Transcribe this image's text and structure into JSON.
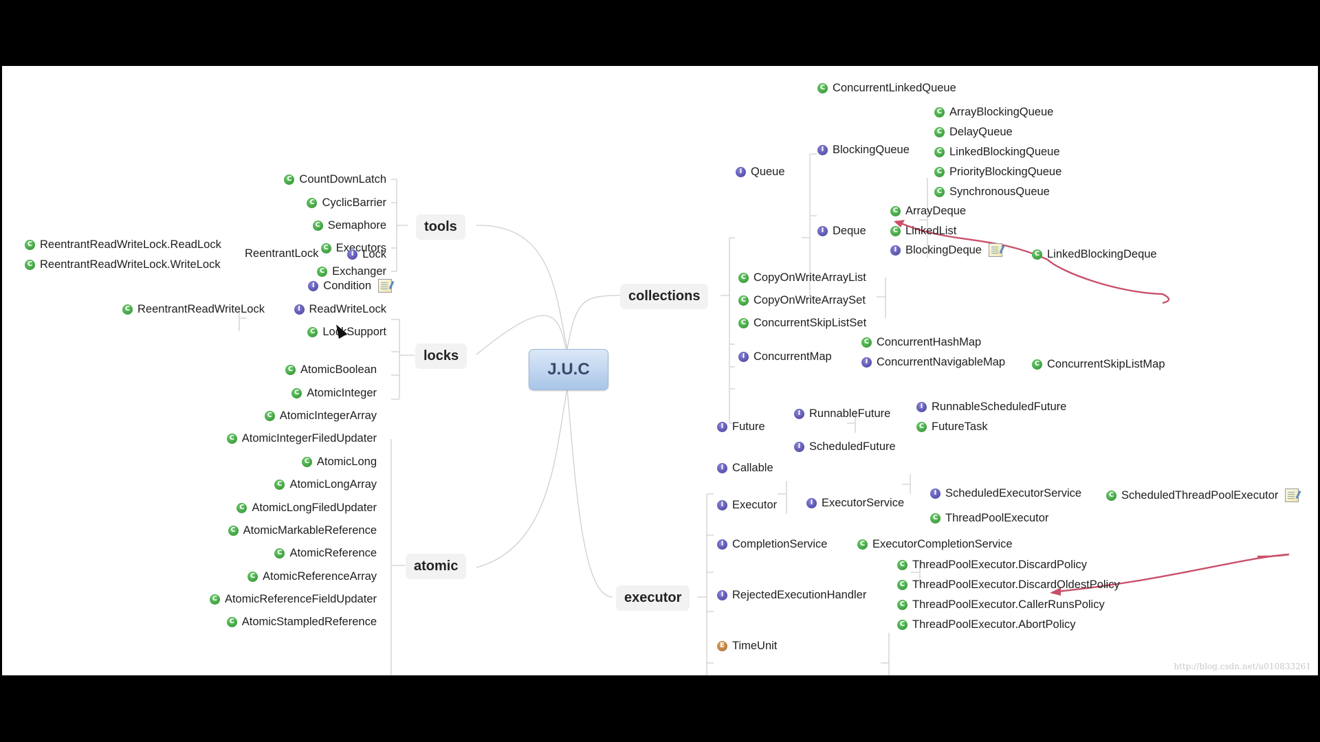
{
  "root": {
    "label": "J.U.C"
  },
  "branches": {
    "tools": "tools",
    "locks": "locks",
    "atomic": "atomic",
    "collections": "collections",
    "executor": "executor"
  },
  "tools": {
    "items": [
      {
        "label": "CountDownLatch",
        "kind": "C"
      },
      {
        "label": "CyclicBarrier",
        "kind": "C"
      },
      {
        "label": "Semaphore",
        "kind": "C"
      },
      {
        "label": "Executors",
        "kind": "C"
      },
      {
        "label": "Exchanger",
        "kind": "C"
      }
    ]
  },
  "locks": {
    "lock": "Lock",
    "reentrant_lock": "ReentrantLock",
    "read_lock": "ReentrantReadWriteLock.ReadLock",
    "write_lock": "ReentrantReadWriteLock.WriteLock",
    "condition": "Condition",
    "read_write_lock": "ReadWriteLock",
    "reentrant_read_write_lock": "ReentrantReadWriteLock",
    "lock_support": "LockSupport"
  },
  "atomic": {
    "items": [
      "AtomicBoolean",
      "AtomicInteger",
      "AtomicIntegerArray",
      "AtomicIntegerFiledUpdater",
      "AtomicLong",
      "AtomicLongArray",
      "AtomicLongFiledUpdater",
      "AtomicMarkableReference",
      "AtomicReference",
      "AtomicReferenceArray",
      "AtomicReferenceFieldUpdater",
      "AtomicStampledReference"
    ]
  },
  "collections": {
    "concurrent_linked_queue": "ConcurrentLinkedQueue",
    "queue": "Queue",
    "blocking_queue": "BlockingQueue",
    "blocking_queue_impls": [
      "ArrayBlockingQueue",
      "DelayQueue",
      "LinkedBlockingQueue",
      "PriorityBlockingQueue",
      "SynchronousQueue"
    ],
    "deque": "Deque",
    "array_deque": "ArrayDeque",
    "linked_list": "LinkedList",
    "blocking_deque": "BlockingDeque",
    "linked_blocking_deque": "LinkedBlockingDeque",
    "copy_on_write_array_list": "CopyOnWriteArrayList",
    "copy_on_write_array_set": "CopyOnWriteArraySet",
    "concurrent_skip_list_set": "ConcurrentSkipListSet",
    "concurrent_map": "ConcurrentMap",
    "concurrent_hash_map": "ConcurrentHashMap",
    "concurrent_navigable_map": "ConcurrentNavigableMap",
    "concurrent_skip_list_map": "ConcurrentSkipListMap"
  },
  "executor": {
    "future": "Future",
    "runnable_future": "RunnableFuture",
    "runnable_scheduled_future": "RunnableScheduledFuture",
    "future_task": "FutureTask",
    "scheduled_future": "ScheduledFuture",
    "callable": "Callable",
    "executor": "Executor",
    "executor_service": "ExecutorService",
    "scheduled_executor_service": "ScheduledExecutorService",
    "scheduled_thread_pool_executor": "ScheduledThreadPoolExecutor",
    "thread_pool_executor": "ThreadPoolExecutor",
    "completion_service": "CompletionService",
    "executor_completion_service": "ExecutorCompletionService",
    "rejected_execution_handler": "RejectedExecutionHandler",
    "policies": [
      "ThreadPoolExecutor.DiscardPolicy",
      "ThreadPoolExecutor.DiscardOldestPolicy",
      "ThreadPoolExecutor.CallerRunsPolicy",
      "ThreadPoolExecutor.AbortPolicy"
    ],
    "time_unit": "TimeUnit"
  },
  "badge_letters": {
    "class": "C",
    "interface": "I",
    "enum": "E"
  },
  "colors": {
    "class_badge": "#2f9a2f",
    "interface_badge": "#463fa6",
    "enum_badge": "#b36a25",
    "arrow": "#c9506a",
    "root": "#b9d0ec"
  },
  "watermark": "http://blog.csdn.net/u010833261"
}
